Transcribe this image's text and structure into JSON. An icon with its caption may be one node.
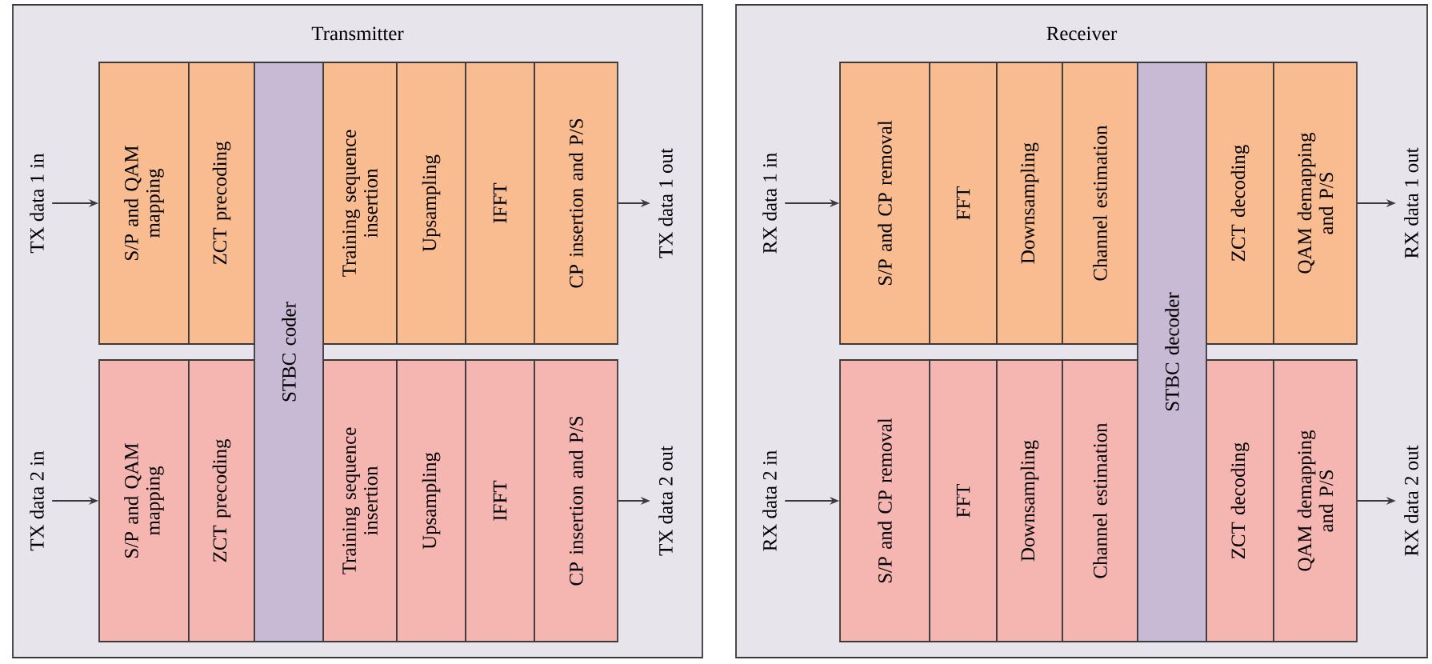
{
  "diagram": {
    "nodes": [
      {
        "text": [
          "Transmitter"
        ]
      },
      {
        "text": [
          "TX data 1 in"
        ],
        "in": 0
      },
      {
        "text": [
          "S/P and QAM mapping"
        ],
        "in": 0
      },
      {
        "text": [
          "ZCT precoding"
        ],
        "in": 0
      },
      {
        "text": [
          "STBC coder"
        ],
        "in": 0
      },
      {
        "text": [
          "Training sequence insertion"
        ],
        "in": 0
      },
      {
        "text": [
          "Upsampling"
        ],
        "in": 0
      },
      {
        "text": [
          "IFFT"
        ],
        "in": 0
      },
      {
        "text": [
          "CP insertion and P/S"
        ],
        "in": 0
      },
      {
        "text": [
          "TX data 1 out"
        ],
        "in": 0
      },
      {
        "text": [
          "TX data 2 in"
        ],
        "in": 0
      },
      {
        "text": [
          "S/P and QAM mapping"
        ],
        "in": 0
      },
      {
        "text": [
          "ZCT precoding"
        ],
        "in": 0
      },
      {
        "text": [
          "Training sequence insertion"
        ],
        "in": 0
      },
      {
        "text": [
          "Upsampling"
        ],
        "in": 0
      },
      {
        "text": [
          "IFFT"
        ],
        "in": 0
      },
      {
        "text": [
          "CP insertion and P/S"
        ],
        "in": 0
      },
      {
        "text": [
          "TX data 2 out"
        ],
        "in": 0
      },
      {
        "text": [
          "Receiver"
        ]
      },
      {
        "text": [
          "RX data 1 in"
        ],
        "in": 18
      },
      {
        "text": [
          "S/P and CP removal"
        ],
        "in": 18
      },
      {
        "text": [
          "FFT"
        ],
        "in": 18
      },
      {
        "text": [
          "Downsampling"
        ],
        "in": 18
      },
      {
        "text": [
          "Channel estimation"
        ],
        "in": 18
      },
      {
        "text": [
          "STBC decoder"
        ],
        "in": 18
      },
      {
        "text": [
          "ZCT decoding"
        ],
        "in": 18
      },
      {
        "text": [
          "QAM demapping and P/S"
        ],
        "in": 18
      },
      {
        "text": [
          "RX data 1 out"
        ],
        "in": 18
      },
      {
        "text": [
          "RX data 2 in"
        ],
        "in": 18
      },
      {
        "text": [
          "S/P and CP removal"
        ],
        "in": 18
      },
      {
        "text": [
          "FFT"
        ],
        "in": 18
      },
      {
        "text": [
          "Downsampling"
        ],
        "in": 18
      },
      {
        "text": [
          "Channel estimation"
        ],
        "in": 18
      },
      {
        "text": [
          "ZCT decoding"
        ],
        "in": 18
      },
      {
        "text": [
          "QAM demapping and P/S"
        ],
        "in": 18
      },
      {
        "text": [
          "RX data 2 out"
        ],
        "in": 18
      }
    ],
    "edges": [
      {
        "from": 1,
        "to": 2,
        "arrow": "to"
      },
      {
        "from": 8,
        "to": 9,
        "arrow": "to"
      },
      {
        "from": 10,
        "to": 11,
        "arrow": "to"
      },
      {
        "from": 16,
        "to": 17,
        "arrow": "to"
      },
      {
        "from": 19,
        "to": 20,
        "arrow": "to"
      },
      {
        "from": 26,
        "to": 27,
        "arrow": "to"
      },
      {
        "from": 28,
        "to": 29,
        "arrow": "to"
      },
      {
        "from": 34,
        "to": 35,
        "arrow": "to"
      }
    ]
  }
}
